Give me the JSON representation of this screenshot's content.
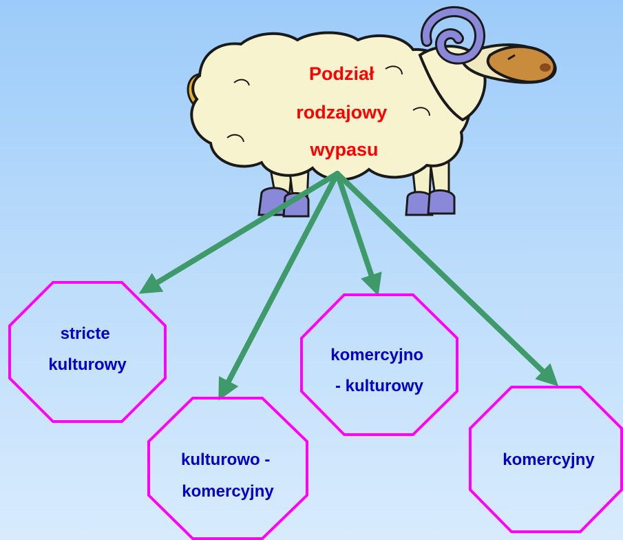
{
  "root": {
    "label_lines": [
      "Podział",
      "rodzajowy",
      "wypasu"
    ]
  },
  "nodes": [
    {
      "id": "stricte",
      "label_lines": [
        "stricte",
        "kulturowy"
      ]
    },
    {
      "id": "kulturowo",
      "label_lines": [
        "kulturowo -",
        "komercyjny"
      ]
    },
    {
      "id": "komercyjno",
      "label_lines": [
        "komercyjno",
        "- kulturowy"
      ]
    },
    {
      "id": "komercyjny",
      "label_lines": [
        "komercyjny"
      ]
    }
  ],
  "colors": {
    "arrow": "#3f9a6a",
    "octagon_stroke": "#ff00ff",
    "node_text": "#0000cc",
    "title_text": "#ff0000"
  },
  "icons": [
    "ram-illustration"
  ]
}
